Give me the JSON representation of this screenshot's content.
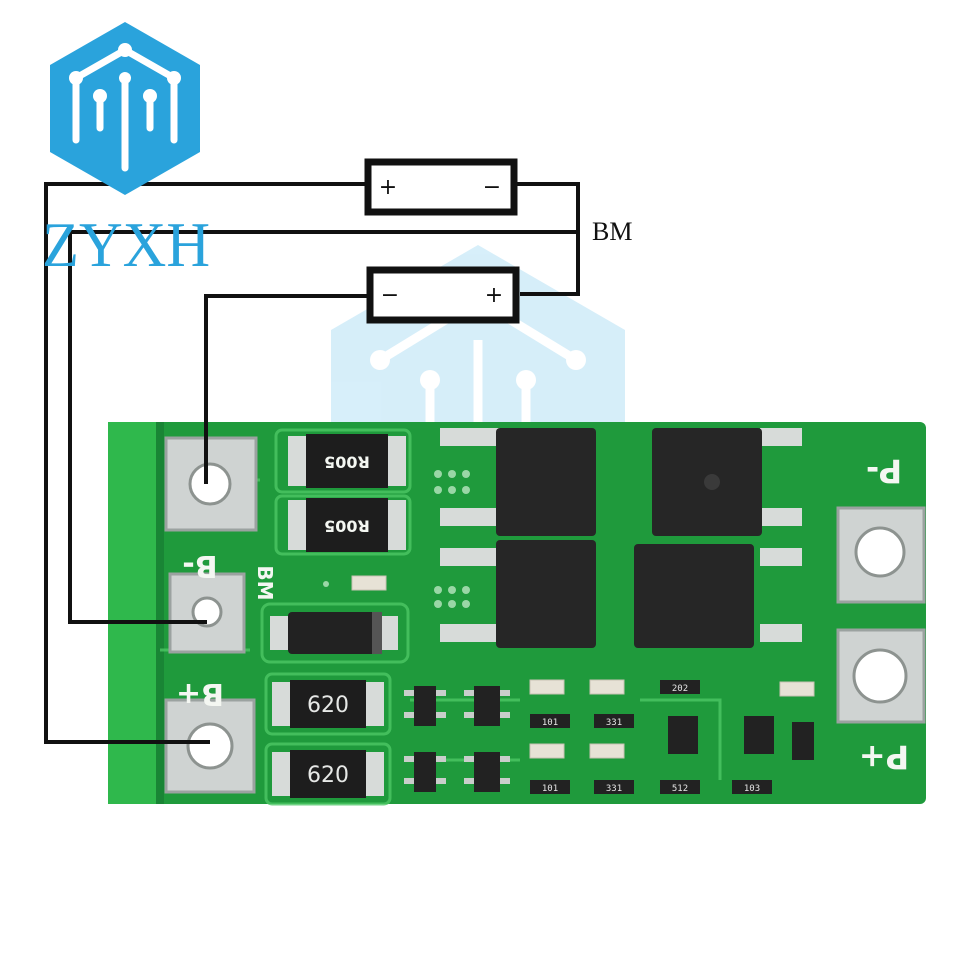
{
  "logo": {
    "text": "ZYXH",
    "color": "#2aa3dc",
    "icon": "circuit-hexagon-icon"
  },
  "wiring": {
    "bm_label": "BM",
    "cell_top": {
      "left_sign": "+",
      "right_sign": "−"
    },
    "cell_bottom": {
      "left_sign": "−",
      "right_sign": "+"
    }
  },
  "board": {
    "color": "#1f9a3c",
    "pads": {
      "b_minus": "B-",
      "bm": "BM",
      "b_plus": "B+",
      "p_minus": "P-",
      "p_plus": "P+"
    },
    "resistor_markings": {
      "shunt_1": "R005",
      "shunt_2": "R005",
      "diode_1": "620",
      "diode_2": "620",
      "smd_a": "202",
      "smd_b": "101",
      "smd_c": "331",
      "smd_d": "101",
      "smd_e": "331",
      "smd_f": "512",
      "smd_g": "103"
    }
  }
}
